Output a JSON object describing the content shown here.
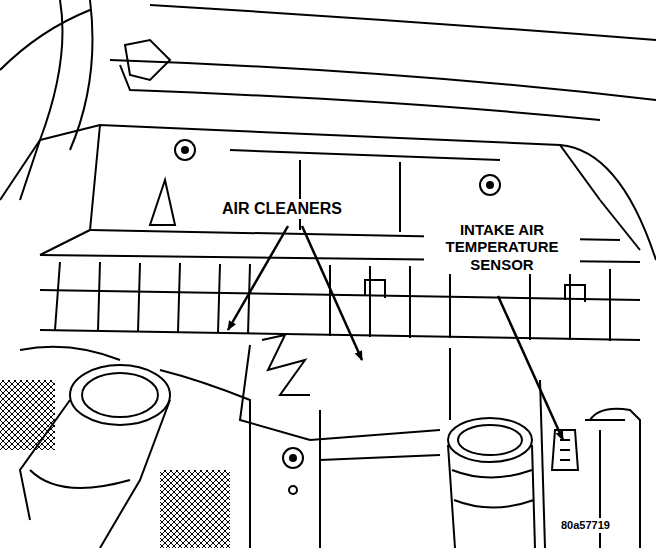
{
  "diagram": {
    "labels": [
      "AIR CLEANERS",
      "INTAKE AIR TEMPERATURE SENSOR",
      "80a57719"
    ]
  }
}
